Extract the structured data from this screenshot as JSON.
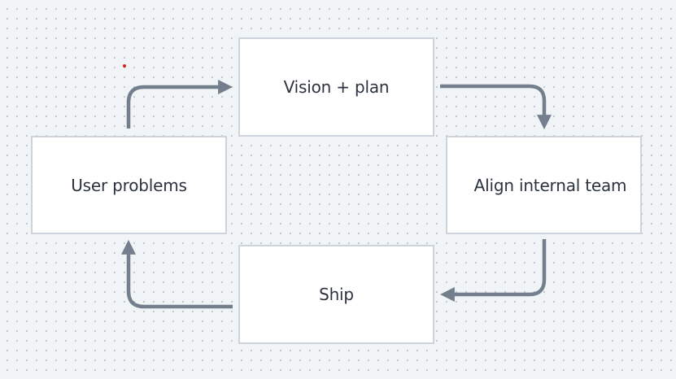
{
  "diagram": {
    "nodes": [
      {
        "id": "vision",
        "label": "Vision + plan"
      },
      {
        "id": "align",
        "label": "Align internal team"
      },
      {
        "id": "ship",
        "label": "Ship"
      },
      {
        "id": "problems",
        "label": "User problems"
      }
    ],
    "edges": [
      {
        "from": "problems",
        "to": "vision"
      },
      {
        "from": "vision",
        "to": "align"
      },
      {
        "from": "align",
        "to": "ship"
      },
      {
        "from": "ship",
        "to": "problems"
      }
    ]
  },
  "colors": {
    "canvas": "#f1f4f7",
    "dot_grid": "#b9c1ca",
    "node_fill": "#ffffff",
    "node_border": "#ccd3db",
    "text": "#2b3340",
    "connector": "#737f8c",
    "cursor_dot": "#e0241b"
  }
}
